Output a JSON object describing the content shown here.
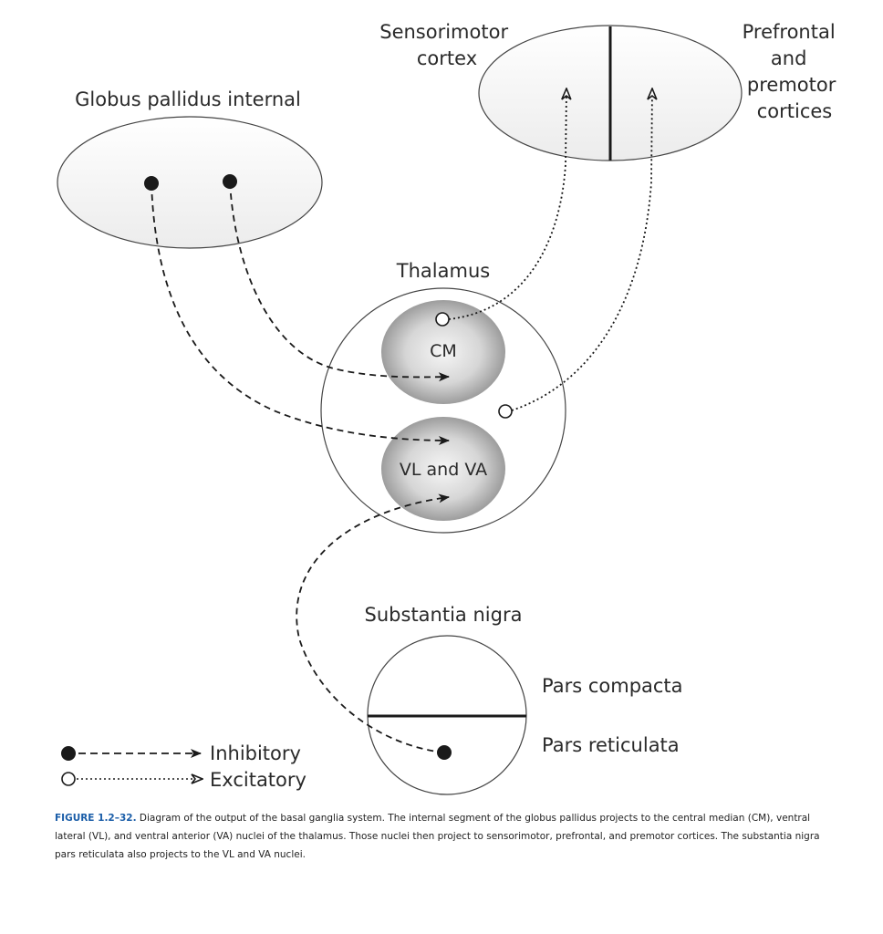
{
  "diagram": {
    "labels": {
      "globus_pallidus": "Globus pallidus internal",
      "sensorimotor_line1": "Sensorimotor",
      "sensorimotor_line2": "cortex",
      "prefrontal_line1": "Prefrontal",
      "prefrontal_line2": "and",
      "prefrontal_line3": "premotor",
      "prefrontal_line4": "cortices",
      "thalamus": "Thalamus",
      "cm": "CM",
      "vl_va": "VL and VA",
      "substantia_nigra": "Substantia nigra",
      "pars_compacta": "Pars compacta",
      "pars_reticulata": "Pars reticulata"
    },
    "legend": {
      "inhibitory": "Inhibitory",
      "excitatory": "Excitatory"
    },
    "colors": {
      "line": "#1a1a1a",
      "ellipse_fill": "#f2f2f2",
      "nucleus_dark": "#8f8f8f",
      "nucleus_light": "#f5f5f5"
    }
  },
  "caption": {
    "figure_label": "FIGURE 1.2–32.",
    "text": " Diagram of the output of the basal ganglia system. The internal segment of the globus pallidus projects to the central median (CM), ventral lateral (VL), and ventral anterior (VA) nuclei of the thalamus. Those nuclei then project to sensorimotor, prefrontal, and premotor cortices. The substantia nigra pars reticulata also projects to the VL and VA nuclei."
  }
}
